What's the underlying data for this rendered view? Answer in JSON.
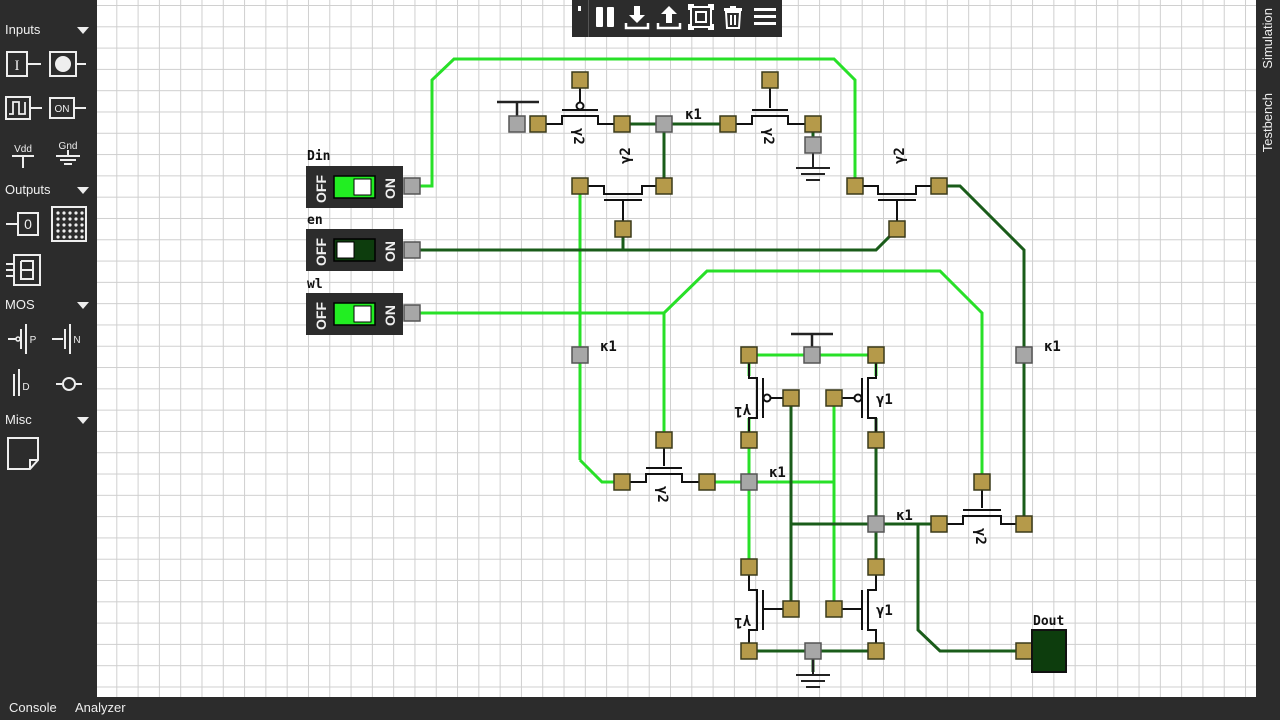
{
  "sidebar": {
    "sections": [
      {
        "label": "Inputs"
      },
      {
        "label": "Outputs"
      },
      {
        "label": "MOS"
      },
      {
        "label": "Misc"
      }
    ],
    "vdd_label": "Vdd",
    "gnd_label": "Gnd",
    "constant_label": "ON",
    "input_glyph": "I",
    "output_glyph": "0",
    "pmos_glyph": "P",
    "nmos_glyph": "N",
    "diode_glyph": "D"
  },
  "right_tabs": {
    "simulation": "Simulation",
    "testbench": "Testbench"
  },
  "bottom_tabs": {
    "console": "Console",
    "analyzer": "Analyzer"
  },
  "toolbar": {
    "icons": [
      "drag-handle-icon",
      "pause-icon",
      "download-icon",
      "upload-icon",
      "fit-view-icon",
      "trash-icon",
      "menu-icon"
    ]
  },
  "circuit": {
    "inputs": [
      {
        "name": "Din",
        "state": "ON"
      },
      {
        "name": "en",
        "state": "OFF"
      },
      {
        "name": "wl",
        "state": "ON"
      }
    ],
    "switch_off_label": "OFF",
    "switch_on_label": "ON",
    "output": {
      "name": "Dout",
      "state": "low"
    },
    "transistor_labels": [
      "γ2",
      "γ2",
      "γ2",
      "γ2",
      "γ2",
      "γ2",
      "γ1",
      "γ1",
      "γ1",
      "γ1"
    ],
    "node_labels": [
      "κ1",
      "κ1",
      "κ1",
      "κ1",
      "κ1"
    ],
    "colors": {
      "wire_high": "#28e028",
      "wire_low": "#1a5c1a",
      "pin": "#b59a4a",
      "node": "#a7a7a7",
      "panel": "#2c2c2c",
      "switch_on": "#22ee22",
      "switch_off": "#0d3d0d"
    }
  }
}
